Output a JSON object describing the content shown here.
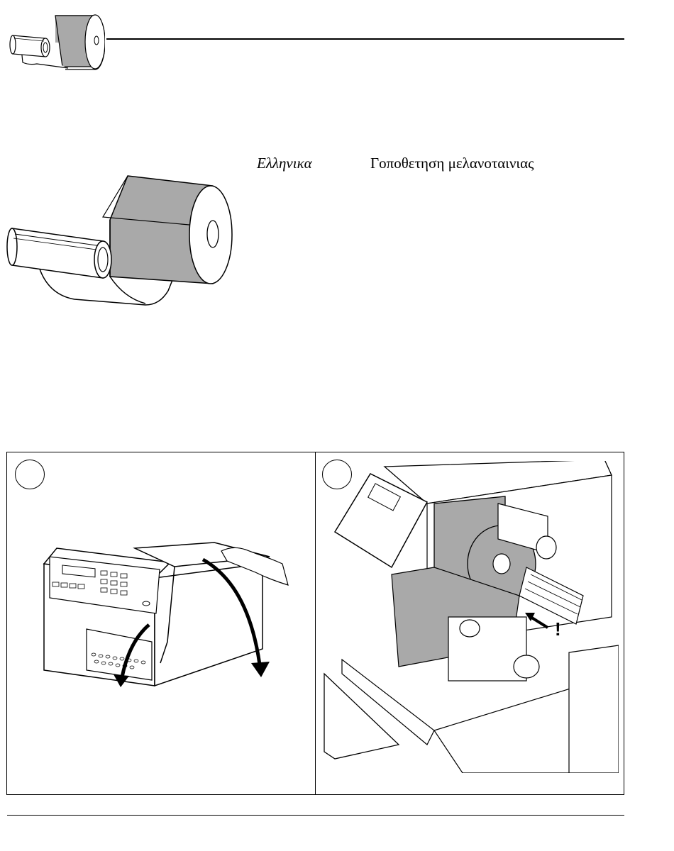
{
  "header": {
    "logo_icon": "ribbon-roll-icon"
  },
  "content": {
    "language_label": "Ελληνικα",
    "section_title": "Γοποθετηση μελανοταινιας"
  },
  "steps": [
    {
      "number": "",
      "illustration": "printer-cover-open-illustration"
    },
    {
      "number": "",
      "illustration": "ribbon-path-illustration"
    }
  ],
  "colors": {
    "ribbon_gray": "#a9a9a9",
    "line": "#000000"
  }
}
